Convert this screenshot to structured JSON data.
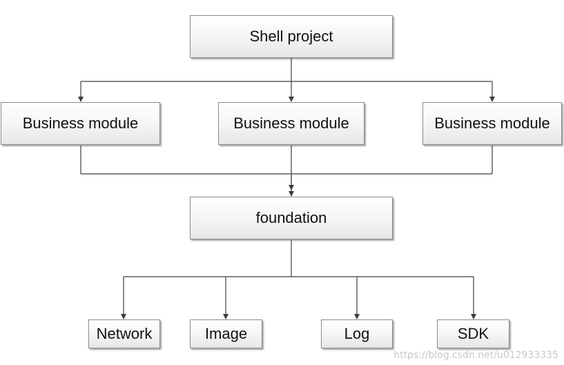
{
  "nodes": {
    "shell": "Shell project",
    "business_1": "Business module",
    "business_2": "Business module",
    "business_3": "Business module",
    "foundation": "foundation",
    "network": "Network",
    "image": "Image",
    "log": "Log",
    "sdk": "SDK"
  },
  "watermark": "https://blog.csdn.net/u012933335",
  "colors": {
    "line": "#3c3c3c",
    "box_border": "#8a8a8a"
  }
}
